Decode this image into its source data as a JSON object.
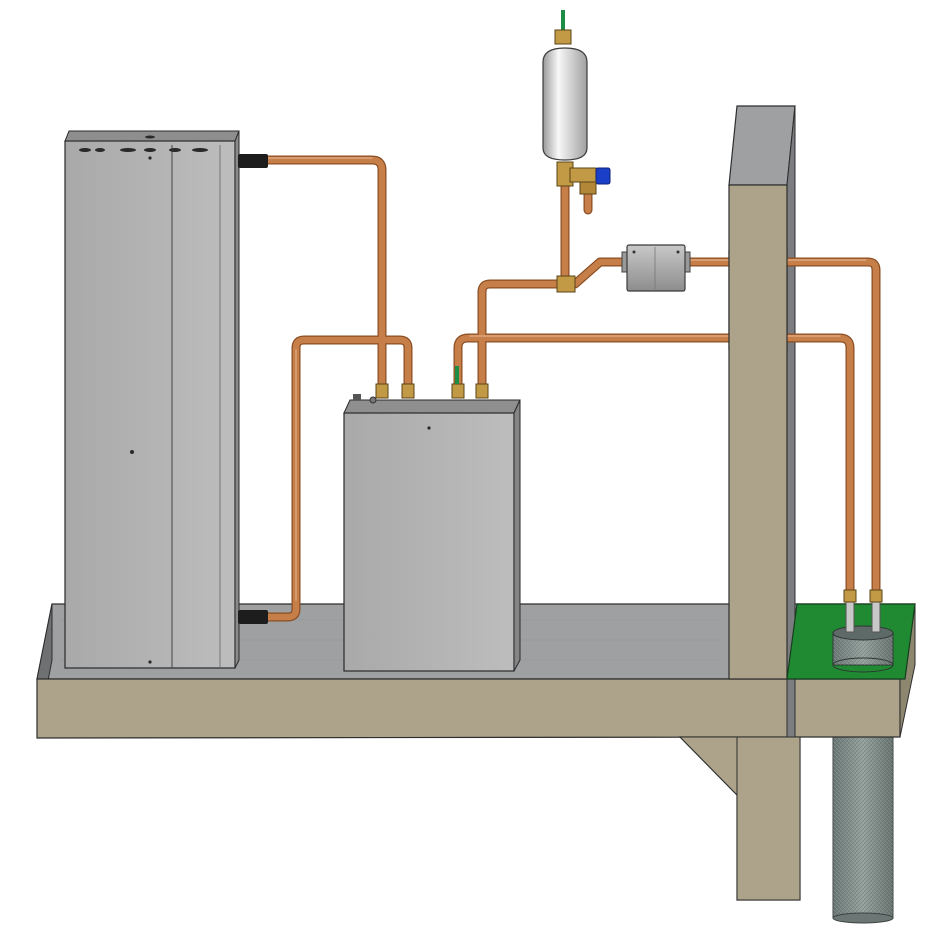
{
  "diagram": {
    "kind": "cad-installation-render",
    "components": [
      {
        "id": "tall-unit",
        "icon": "tall-cabinet-icon"
      },
      {
        "id": "small-unit",
        "icon": "small-cabinet-icon"
      },
      {
        "id": "expansion-vessel",
        "icon": "vessel-icon"
      },
      {
        "id": "safety-valve",
        "icon": "valve-icon"
      },
      {
        "id": "filter",
        "icon": "filter-icon"
      },
      {
        "id": "ground-well",
        "icon": "well-casing-icon"
      },
      {
        "id": "concrete-slab",
        "icon": "slab-icon"
      },
      {
        "id": "concrete-wall",
        "icon": "wall-icon"
      }
    ],
    "colors": {
      "pipe": "#c77f4a",
      "pipe_dark": "#8a4e23",
      "concrete_front": "#aca38a",
      "concrete_top": "#9fa0a2",
      "wall_side": "#7c7d80",
      "cabinet": "#b5b5b5",
      "cabinet_edge": "#3a3a3a",
      "vessel": "#eeeeee",
      "brass": "#c29a45",
      "valve_blue": "#1a3fc9",
      "green_pad": "#1f8a32",
      "well": "#7d8a86"
    }
  }
}
